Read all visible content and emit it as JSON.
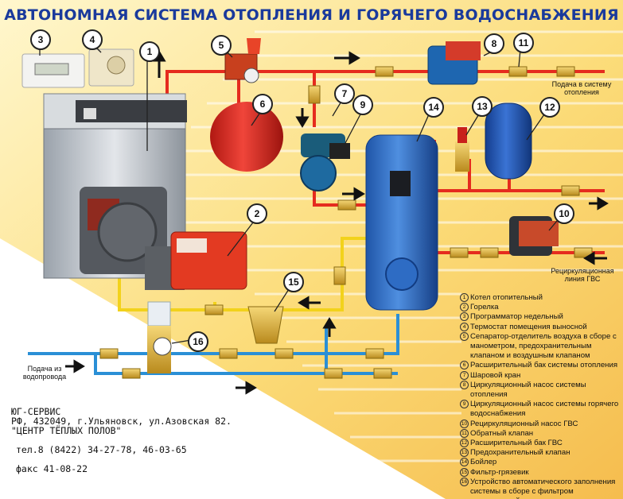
{
  "title": "АВТОНОМНАЯ СИСТЕМА ОТОПЛЕНИЯ И ГОРЯЧЕГО ВОДОСНАБЖЕНИЯ",
  "callouts": [
    {
      "num": "1"
    },
    {
      "num": "2"
    },
    {
      "num": "3"
    },
    {
      "num": "4"
    },
    {
      "num": "5"
    },
    {
      "num": "6"
    },
    {
      "num": "7"
    },
    {
      "num": "8"
    },
    {
      "num": "9"
    },
    {
      "num": "10"
    },
    {
      "num": "11"
    },
    {
      "num": "12"
    },
    {
      "num": "13"
    },
    {
      "num": "14"
    },
    {
      "num": "15"
    },
    {
      "num": "16"
    }
  ],
  "flow_labels": {
    "supply_heating": "Подача в систему отопления",
    "recirculation": "Рециркуляционная линия ГВС",
    "water_supply": "Подача из водопровода"
  },
  "legend": [
    {
      "num": "1",
      "text": "Котел отопительный"
    },
    {
      "num": "2",
      "text": "Горелка"
    },
    {
      "num": "3",
      "text": "Программатор недельный"
    },
    {
      "num": "4",
      "text": "Термостат помещения выносной"
    },
    {
      "num": "5",
      "text": "Сепаратор-отделитель воздуха в сборе с манометром, предохранительным клапаном и воздушным клапаном"
    },
    {
      "num": "6",
      "text": "Расширительный бак системы отопления"
    },
    {
      "num": "7",
      "text": "Шаровой кран"
    },
    {
      "num": "8",
      "text": "Циркуляционный насос системы отопления"
    },
    {
      "num": "9",
      "text": "Циркуляционный насос системы горячего водоснабжения"
    },
    {
      "num": "10",
      "text": "Рециркуляционный насос ГВС"
    },
    {
      "num": "11",
      "text": "Обратный клапан"
    },
    {
      "num": "12",
      "text": "Расширительный бак ГВС"
    },
    {
      "num": "13",
      "text": "Предохранительный клапан"
    },
    {
      "num": "14",
      "text": "Бойлер"
    },
    {
      "num": "15",
      "text": "Фильтр-грязевик"
    },
    {
      "num": "16",
      "text": "Устройство автоматического заполнения системы в сборе с фильтром механической очистки воды"
    }
  ],
  "contact": {
    "company": "ЮГ-СЕРВИС",
    "address": "РФ, 432049, г.Ульяновск, ул.Азовская 82.",
    "center": "\"ЦЕНТР ТЁПЛЫХ ПОЛОВ\"",
    "phone": "тел.8 (8422) 34-27-78, 46-03-65",
    "fax": "факс 41-08-22"
  },
  "colors": {
    "title": "#1a3a9c",
    "hot_pipe": "#e52b1e",
    "cold_pipe": "#2a8fd6",
    "yellow_pipe": "#f2d21b",
    "boiler": "#3f7fd0",
    "tank_red": "#d8261e",
    "tank_blue": "#2056b8",
    "background_warm": "#f6c64a"
  }
}
